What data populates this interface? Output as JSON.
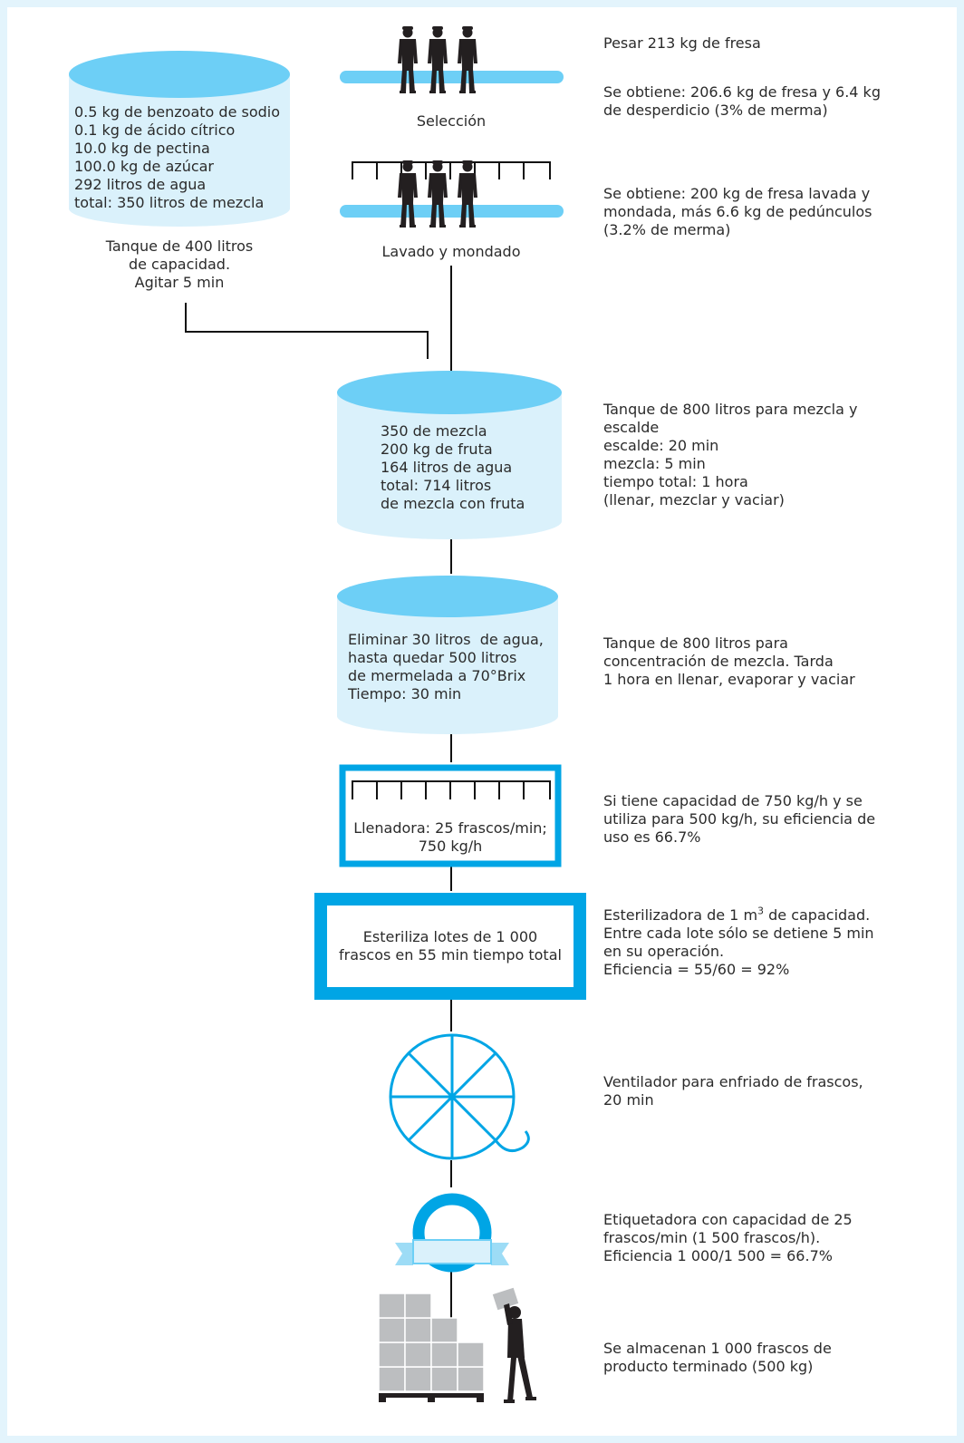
{
  "mix_tank": {
    "lines": [
      "0.5 kg de benzoato de sodio",
      "0.1 kg de ácido cítrico",
      "10.0 kg de pectina",
      "100.0 kg de azúcar",
      "292 litros de agua",
      "total: 350 litros de mezcla"
    ],
    "caption": [
      "Tanque de 400 litros",
      "de capacidad.",
      "Agitar 5 min"
    ]
  },
  "seleccion": {
    "label": "Selección"
  },
  "lavado": {
    "label": "Lavado y mondado"
  },
  "scald_tank": {
    "lines": [
      "350 de mezcla",
      "200 kg de fruta",
      "164 litros de agua",
      "total: 714 litros",
      "de mezcla con fruta"
    ]
  },
  "conc_tank": {
    "lines": [
      "Eliminar 30 litros  de agua,",
      "hasta quedar 500 litros",
      "de mermelada a 70°Brix",
      "Tiempo: 30 min"
    ]
  },
  "llenadora": {
    "lines": [
      "Llenadora: 25 frascos/min;",
      "750 kg/h"
    ]
  },
  "esterilizadora": {
    "lines": [
      "Esteriliza lotes de 1 000",
      "frascos en 55 min tiempo total"
    ]
  },
  "notes": {
    "n1": [
      "Pesar 213 kg de fresa"
    ],
    "n2": [
      "Se obtiene: 206.6 kg de fresa y 6.4 kg",
      "de desperdicio (3% de merma)"
    ],
    "n3": [
      "Se obtiene: 200 kg de fresa lavada y",
      "mondada, más 6.6 kg de pedúnculos",
      "(3.2% de merma)"
    ],
    "n4": [
      "Tanque de 800 litros para mezcla y",
      "escalde",
      "escalde: 20 min",
      "mezcla: 5 min",
      "tiempo total: 1 hora",
      "(llenar, mezclar y vaciar)"
    ],
    "n5": [
      "Tanque de 800 litros para",
      "concentración de mezcla. Tarda",
      "1 hora en llenar, evaporar y vaciar"
    ],
    "n6": [
      "Si tiene capacidad de 750 kg/h y se",
      "utiliza para 500 kg/h, su eficiencia de",
      "uso es 66.7%"
    ],
    "n7": {
      "line1_pre": "Esterilizadora de 1 m",
      "line1_sup": "3",
      "line1_post": " de capacidad.",
      "rest": [
        "Entre cada lote sólo se detiene 5 min",
        "en su operación.",
        "Eficiencia = 55/60 = 92%"
      ]
    },
    "n8": [
      "Ventilador para enfriado de frascos,",
      "20 min"
    ],
    "n9": [
      "Etiquetadora con capacidad de 25",
      "frascos/min (1 500 frascos/h).",
      "Eficiencia 1 000/1 500 = 66.7%"
    ],
    "n10": [
      "Se almacenan 1 000 frascos de",
      "producto terminado (500 kg)"
    ]
  },
  "colors": {
    "tank_top": "#6dcff6",
    "tank_body": "#daf1fb",
    "accent": "#00a5e5",
    "line": "#111111",
    "worker": "#231f20",
    "box": "#bcbec0"
  },
  "icons": [
    "worker-icon",
    "rinse-rack-icon",
    "fan-icon",
    "label-ring-icon",
    "pallet-boxes-icon",
    "carrying-worker-icon"
  ]
}
